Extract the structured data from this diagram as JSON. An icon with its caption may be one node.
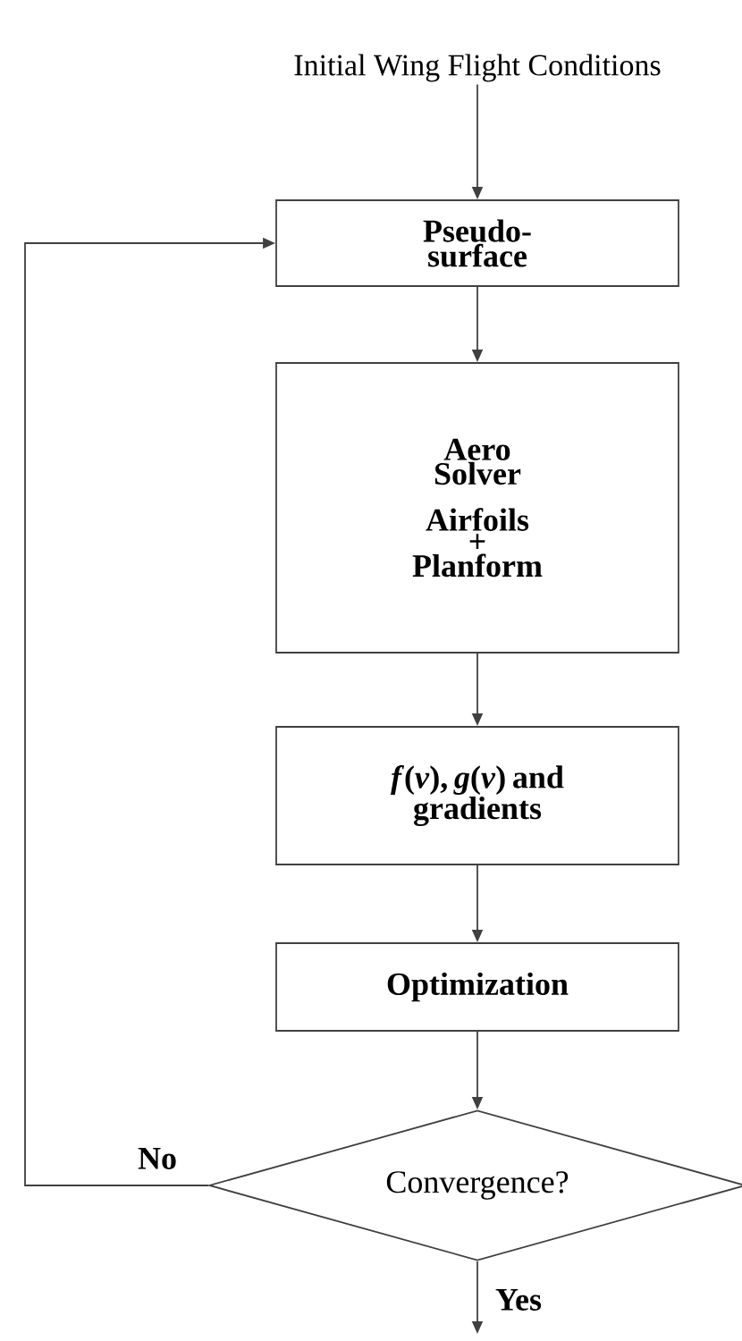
{
  "diagram": {
    "nodes": [
      {
        "text": [
          "Initial Wing Flight Conditions"
        ]
      },
      {
        "text": [
          "Pseudo-surface"
        ]
      },
      {
        "text": [
          "Aero Solver",
          "Airfoils + Planform"
        ]
      },
      {
        "text": [
          "*f*(*v*), *g*(*v*) and gradients"
        ]
      },
      {
        "text": [
          "Optimization"
        ]
      },
      {
        "text": [
          "Convergence?"
        ]
      }
    ],
    "edges": [
      {
        "from": 0,
        "to": 1,
        "arrow": "to"
      },
      {
        "from": 1,
        "to": 2,
        "arrow": "to"
      },
      {
        "from": 2,
        "to": 3,
        "arrow": "to"
      },
      {
        "from": 3,
        "to": 4,
        "arrow": "to"
      },
      {
        "from": 4,
        "to": 5,
        "arrow": "to"
      },
      {
        "from": 5,
        "to": 1,
        "arrow": "to",
        "label": "No"
      },
      {
        "from": 5,
        "to": null,
        "arrow": "to",
        "label": "Yes"
      }
    ]
  }
}
